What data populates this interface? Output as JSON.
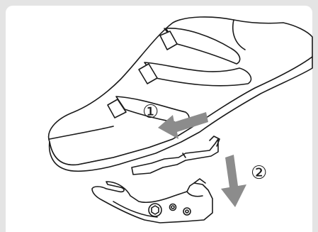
{
  "figure": {
    "steps": [
      {
        "label": "①",
        "arrow_direction": "left-down"
      },
      {
        "label": "②",
        "arrow_direction": "down"
      }
    ]
  },
  "colors": {
    "background_frame": "#e4e4e4",
    "panel": "#ffffff",
    "line": "#1a1a1a",
    "arrow_fill": "#8c8c8c",
    "shoe_fill": "#ffffff"
  },
  "icons": [
    "cycling-shoe-illustration",
    "cleat-illustration",
    "pedal-illustration",
    "hex-bolt-icon"
  ]
}
